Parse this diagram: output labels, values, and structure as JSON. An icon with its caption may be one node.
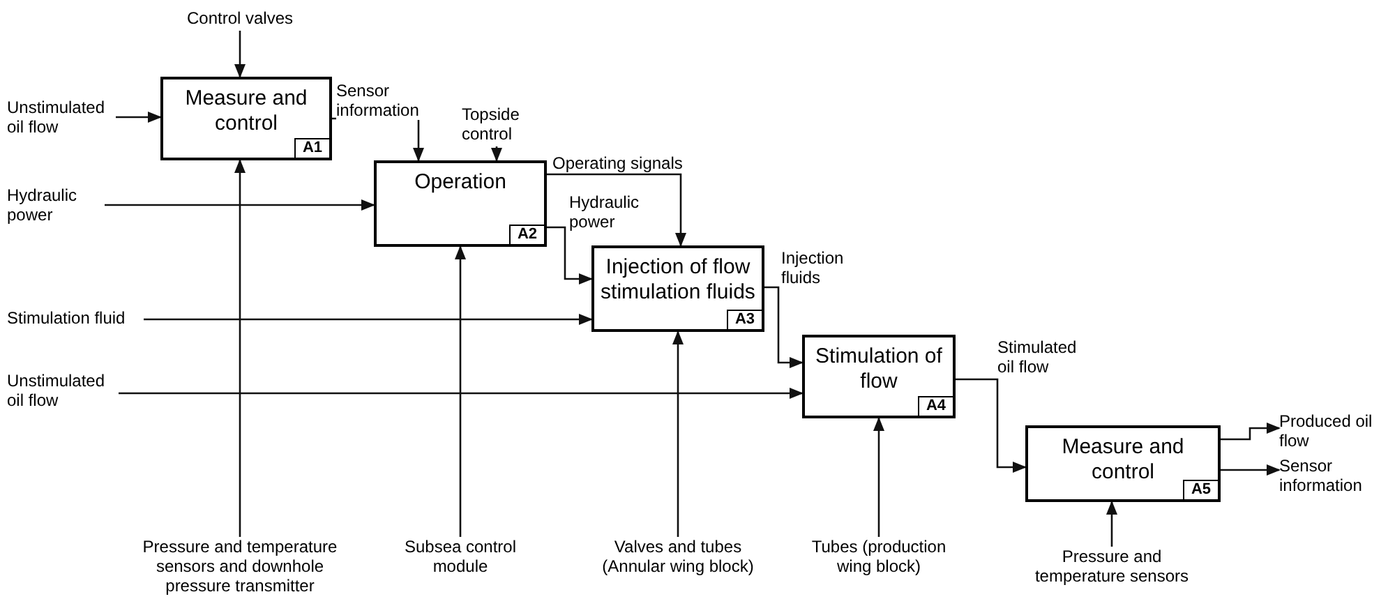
{
  "diagram": {
    "nodes": [
      {
        "text": [
          "Measure and control",
          "A1"
        ]
      },
      {
        "text": [
          "Operation",
          "A2"
        ]
      },
      {
        "text": [
          "Injection of flow stimulation fluids",
          "A3"
        ]
      },
      {
        "text": [
          "Stimulation of flow",
          "A4"
        ]
      },
      {
        "text": [
          "Measure and control",
          "A5"
        ]
      },
      {
        "text": [
          "Control valves"
        ]
      },
      {
        "text": [
          "Unstimulated oil flow"
        ]
      },
      {
        "text": [
          "Hydraulic power"
        ]
      },
      {
        "text": [
          "Stimulation fluid"
        ]
      },
      {
        "text": [
          "Unstimulated oil flow"
        ]
      },
      {
        "text": [
          "Pressure and temperature sensors and downhole pressure transmitter"
        ]
      },
      {
        "text": [
          "Subsea control module"
        ]
      },
      {
        "text": [
          "Valves and tubes (Annular wing block)"
        ]
      },
      {
        "text": [
          "Tubes (production wing block)"
        ]
      },
      {
        "text": [
          "Pressure and temperature sensors"
        ]
      },
      {
        "text": [
          "Topside control"
        ]
      },
      {
        "text": [
          "Produced oil flow"
        ]
      },
      {
        "text": [
          "Sensor information"
        ]
      }
    ],
    "edges": [
      {
        "from": 5,
        "to": 0,
        "arrow": "to"
      },
      {
        "from": 6,
        "to": 0,
        "arrow": "to"
      },
      {
        "from": 0,
        "to": 1,
        "arrow": "to",
        "label": "Sensor information"
      },
      {
        "from": 15,
        "to": 1,
        "arrow": "to"
      },
      {
        "from": 7,
        "to": 1,
        "arrow": "to"
      },
      {
        "from": 1,
        "to": 2,
        "arrow": "to",
        "label": "Operating signals"
      },
      {
        "from": 1,
        "to": 2,
        "arrow": "to",
        "label": "Hydraulic power"
      },
      {
        "from": 8,
        "to": 2,
        "arrow": "to"
      },
      {
        "from": 9,
        "to": 3,
        "arrow": "to"
      },
      {
        "from": 10,
        "to": 0,
        "arrow": "to"
      },
      {
        "from": 11,
        "to": 1,
        "arrow": "to"
      },
      {
        "from": 12,
        "to": 2,
        "arrow": "to"
      },
      {
        "from": 13,
        "to": 3,
        "arrow": "to"
      },
      {
        "from": 2,
        "to": 3,
        "arrow": "to",
        "label": "Injection fluids"
      },
      {
        "from": 3,
        "to": 4,
        "arrow": "to",
        "label": "Stimulated oil flow"
      },
      {
        "from": 14,
        "to": 4,
        "arrow": "to"
      },
      {
        "from": 4,
        "to": 16,
        "arrow": "to"
      },
      {
        "from": 4,
        "to": 17,
        "arrow": "to"
      }
    ]
  }
}
